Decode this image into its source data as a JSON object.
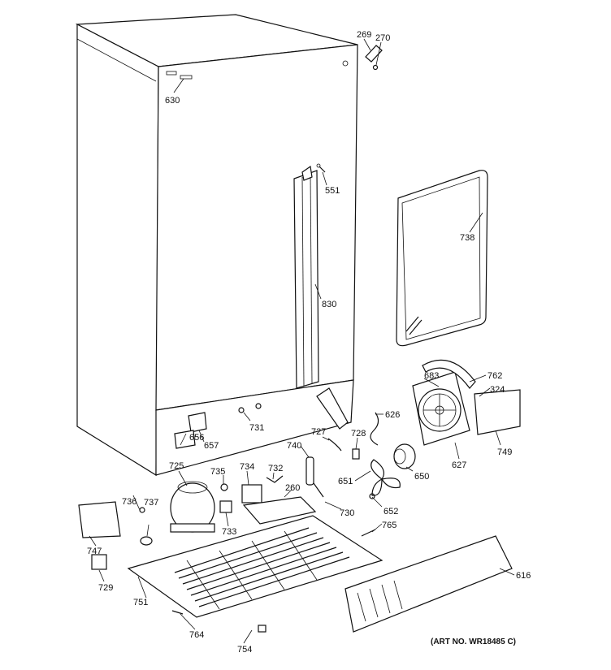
{
  "labels": {
    "l630": "630",
    "l269": "269",
    "l270": "270",
    "l551": "551",
    "l738": "738",
    "l830": "830",
    "l762": "762",
    "l683": "683",
    "l324": "324",
    "l626": "626",
    "l731": "731",
    "l657": "657",
    "l656": "656",
    "l727": "727",
    "l728": "728",
    "l740": "740",
    "l627": "627",
    "l749": "749",
    "l725": "725",
    "l735": "735",
    "l734": "734",
    "l732": "732",
    "l650": "650",
    "l651": "651",
    "l260": "260",
    "l736": "736",
    "l737": "737",
    "l652": "652",
    "l730": "730",
    "l733": "733",
    "l765": "765",
    "l747": "747",
    "l729": "729",
    "l751": "751",
    "l616": "616",
    "l764": "764",
    "l754": "754"
  },
  "art_number": "(ART NO. WR18485 C)"
}
